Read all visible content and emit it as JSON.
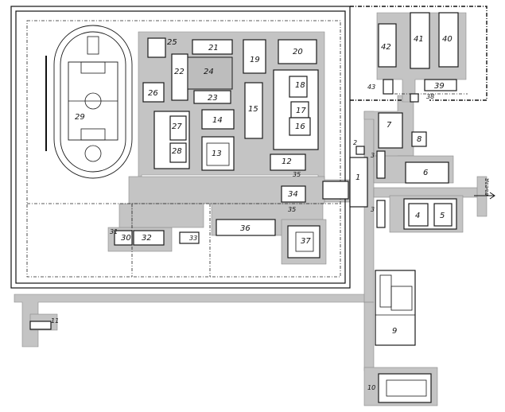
{
  "labels": {
    "b1": "1",
    "b2": "2",
    "b3a": "3",
    "b3b": "3",
    "b4": "4",
    "b5": "5",
    "b6": "6",
    "b7": "7",
    "b8": "8",
    "b9": "9",
    "b10": "10",
    "b11": "11",
    "b12": "12",
    "b13": "13",
    "b14": "14",
    "b15": "15",
    "b16": "16",
    "b17": "17",
    "b18": "18",
    "b19": "19",
    "b20": "20",
    "b21": "21",
    "b22": "22",
    "b23": "23",
    "b24": "24",
    "b25": "25",
    "b26": "26",
    "b27": "27",
    "b28": "28",
    "b29": "29",
    "b30": "30",
    "b31": "31",
    "b32": "32",
    "b33": "33",
    "b34": "34",
    "b35a": "35",
    "b35b": "35",
    "b36": "36",
    "b37": "37",
    "b38": "38",
    "b39": "39",
    "b40": "40",
    "b41": "41",
    "b42": "42",
    "b43": "43"
  },
  "entrance_label": "въезд"
}
